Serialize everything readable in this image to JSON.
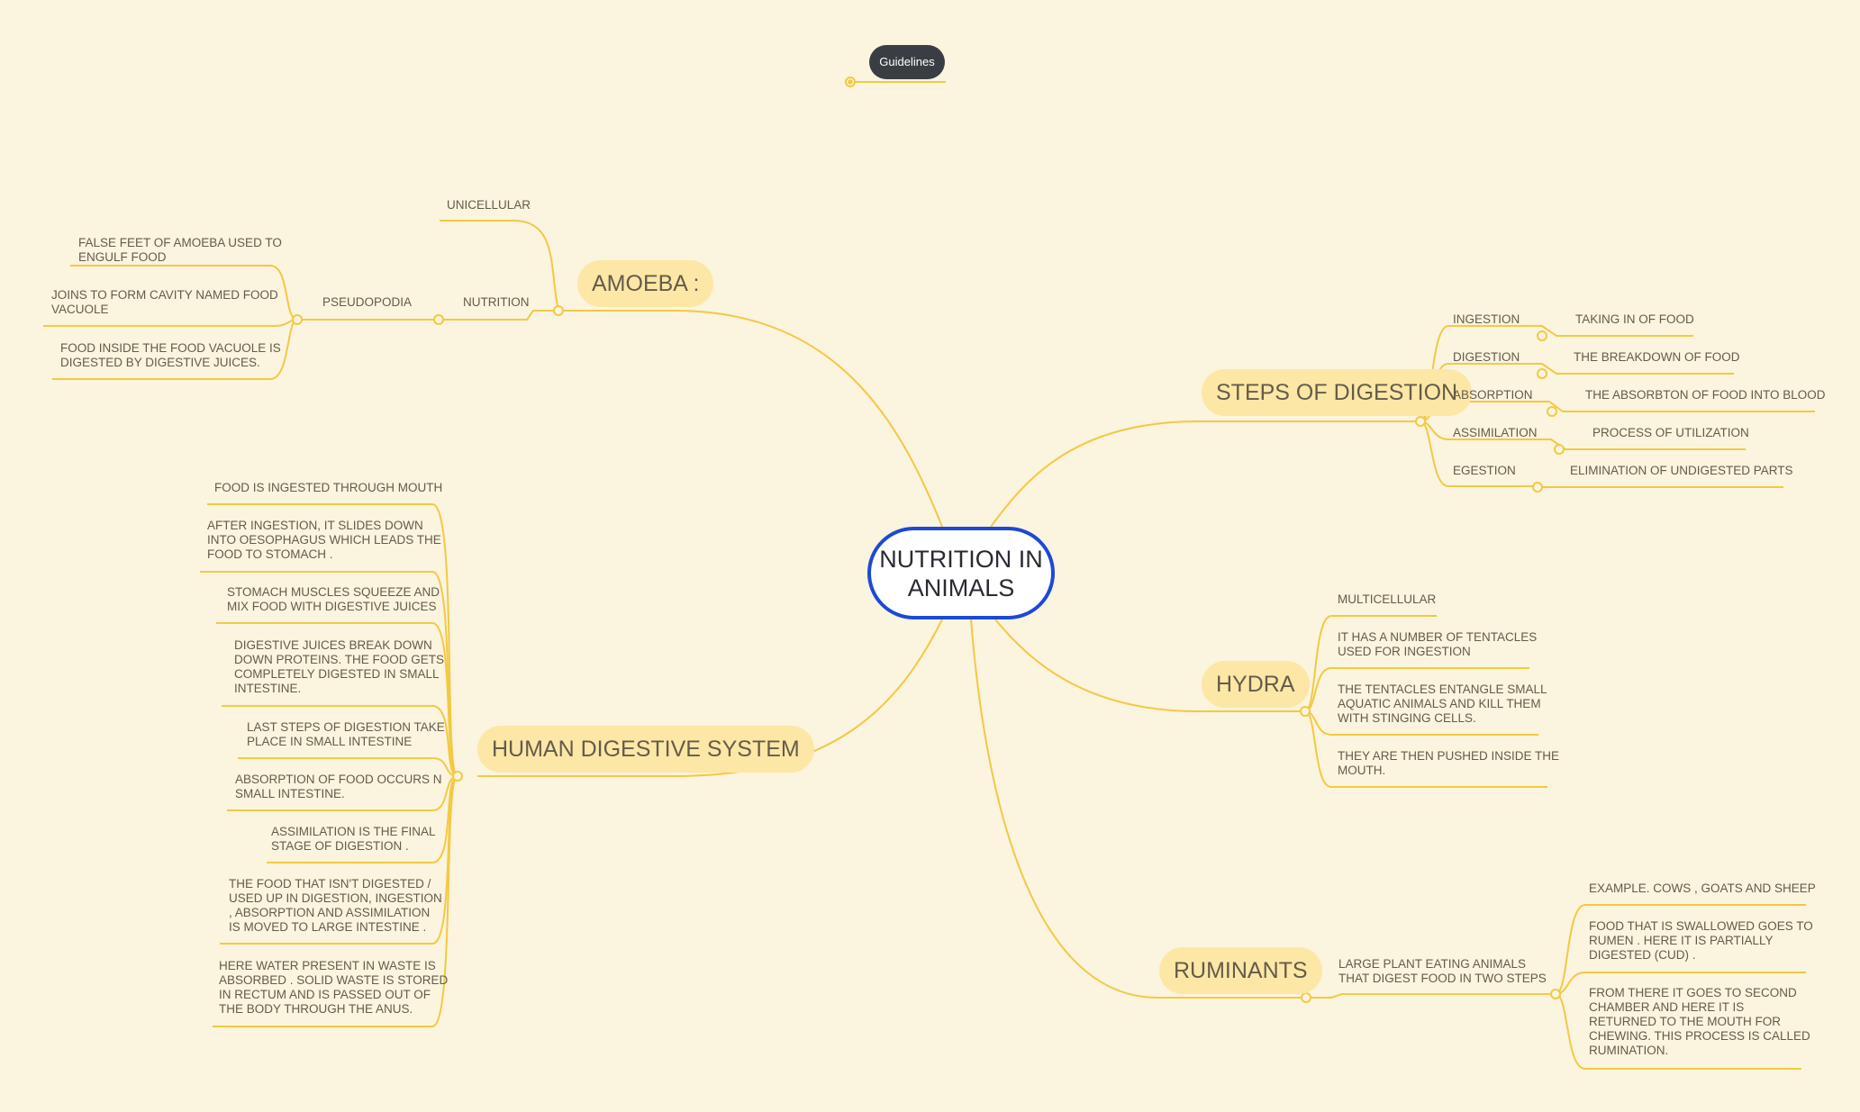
{
  "guidelines": {
    "label": "Guidelines"
  },
  "root": {
    "label": "NUTRITION IN\nANIMALS"
  },
  "amoeba": {
    "title": "AMOEBA :",
    "unicellular": "UNICELLULAR",
    "nutrition": "NUTRITION",
    "pseudopodia": "PSEUDOPODIA",
    "details": [
      "FALSE FEET OF AMOEBA USED TO\nENGULF FOOD",
      "JOINS TO FORM CAVITY NAMED FOOD\nVACUOLE",
      "FOOD INSIDE THE FOOD VACUOLE IS\nDIGESTED BY DIGESTIVE JUICES."
    ]
  },
  "steps": {
    "title": "STEPS OF DIGESTION",
    "items": [
      {
        "name": "INGESTION",
        "desc": "TAKING IN OF FOOD"
      },
      {
        "name": "DIGESTION",
        "desc": "THE BREAKDOWN OF FOOD"
      },
      {
        "name": "ABSORPTION",
        "desc": "THE ABSORBTON OF FOOD INTO BLOOD"
      },
      {
        "name": "ASSIMILATION",
        "desc": "PROCESS OF UTILIZATION"
      },
      {
        "name": "EGESTION",
        "desc": "ELIMINATION OF UNDIGESTED PARTS"
      }
    ]
  },
  "hydra": {
    "title": "HYDRA",
    "items": [
      "MULTICELLULAR",
      "IT HAS A NUMBER OF TENTACLES\nUSED FOR INGESTION",
      "THE TENTACLES ENTANGLE SMALL\nAQUATIC ANIMALS AND KILL THEM\nWITH STINGING CELLS.",
      "THEY ARE THEN PUSHED INSIDE THE\nMOUTH."
    ]
  },
  "human": {
    "title": "HUMAN DIGESTIVE SYSTEM",
    "items": [
      "FOOD IS INGESTED THROUGH MOUTH",
      "AFTER INGESTION, IT SLIDES DOWN\nINTO OESOPHAGUS WHICH LEADS THE\nFOOD TO STOMACH .",
      "STOMACH MUSCLES SQUEEZE AND\nMIX FOOD WITH DIGESTIVE JUICES",
      "DIGESTIVE JUICES BREAK DOWN\nDOWN PROTEINS. THE FOOD GETS\nCOMPLETELY DIGESTED IN SMALL\nINTESTINE.",
      "LAST STEPS OF DIGESTION TAKE\nPLACE IN SMALL INTESTINE",
      "ABSORPTION OF FOOD OCCURS N\nSMALL INTESTINE.",
      "ASSIMILATION IS THE FINAL\nSTAGE OF DIGESTION .",
      "THE FOOD THAT ISN'T DIGESTED /\nUSED UP IN DIGESTION, INGESTION\n, ABSORPTION AND ASSIMILATION\nIS MOVED TO LARGE INTESTINE .",
      "HERE WATER PRESENT IN WASTE IS\nABSORBED . SOLID WASTE IS STORED\nIN RECTUM  AND IS PASSED OUT OF\nTHE BODY THROUGH  THE ANUS."
    ]
  },
  "ruminants": {
    "title": "RUMINANTS",
    "summary": "LARGE PLANT EATING ANIMALS\nTHAT DIGEST FOOD IN TWO STEPS",
    "items": [
      "EXAMPLE. COWS , GOATS AND SHEEP",
      "FOOD THAT IS SWALLOWED GOES TO\nRUMEN . HERE IT IS PARTIALLY\nDIGESTED  (CUD) .",
      "FROM THERE IT GOES TO SECOND\nCHAMBER AND HERE IT IS\nRETURNED TO THE MOUTH FOR\nCHEWING. THIS PROCESS IS CALLED\nRUMINATION."
    ]
  },
  "colors": {
    "branch": "#f3c944",
    "topic_bg": "#fde7a6",
    "root_border": "#1d49d6",
    "background": "#fbf4de"
  }
}
